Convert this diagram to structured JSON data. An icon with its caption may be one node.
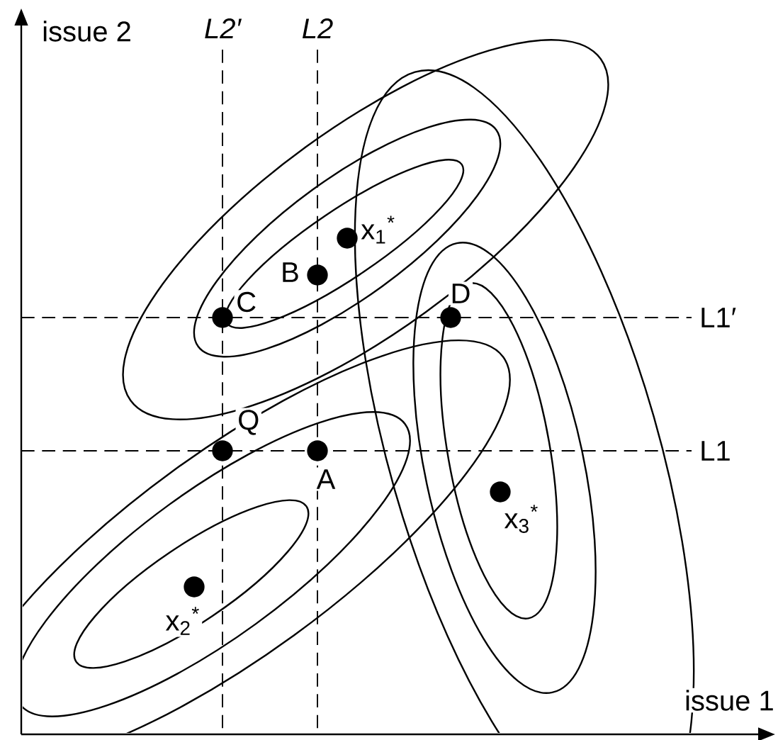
{
  "diagram": {
    "labels": [
      "issue 2",
      "L2′",
      "L2",
      "x$_{1}$$^{*}$",
      "B",
      "C",
      "D",
      "L1′",
      "Q",
      "L1",
      "A",
      "x$_{3}$$^{*}$",
      "x$_{2}$$^{*}$",
      "issue 1"
    ]
  }
}
